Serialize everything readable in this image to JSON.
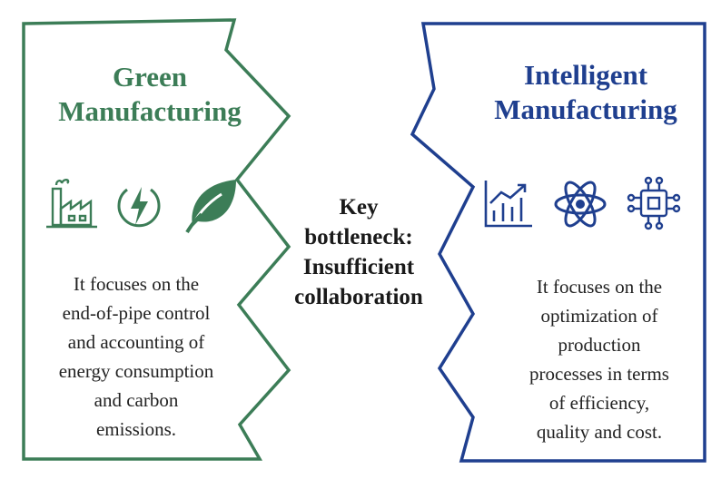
{
  "left_panel": {
    "title_lines": [
      "Green",
      "Manufacturing"
    ],
    "description_lines": [
      "It focuses on the",
      "end-of-pipe control",
      "and accounting of",
      "energy consumption",
      "and carbon",
      "emissions."
    ],
    "icons": [
      "factory-icon",
      "energy-bolt-icon",
      "leaf-icon"
    ],
    "color": "#3c7d57"
  },
  "center": {
    "lines": [
      "Key",
      "bottleneck:",
      "Insufficient",
      "collaboration"
    ]
  },
  "right_panel": {
    "title_lines": [
      "Intelligent",
      "Manufacturing"
    ],
    "description_lines": [
      "It focuses on the",
      "optimization of",
      "production",
      "processes in terms",
      "of efficiency,",
      "quality and cost."
    ],
    "icons": [
      "bar-chart-growth-icon",
      "atom-icon",
      "microchip-icon"
    ],
    "color": "#1f3f8f"
  }
}
